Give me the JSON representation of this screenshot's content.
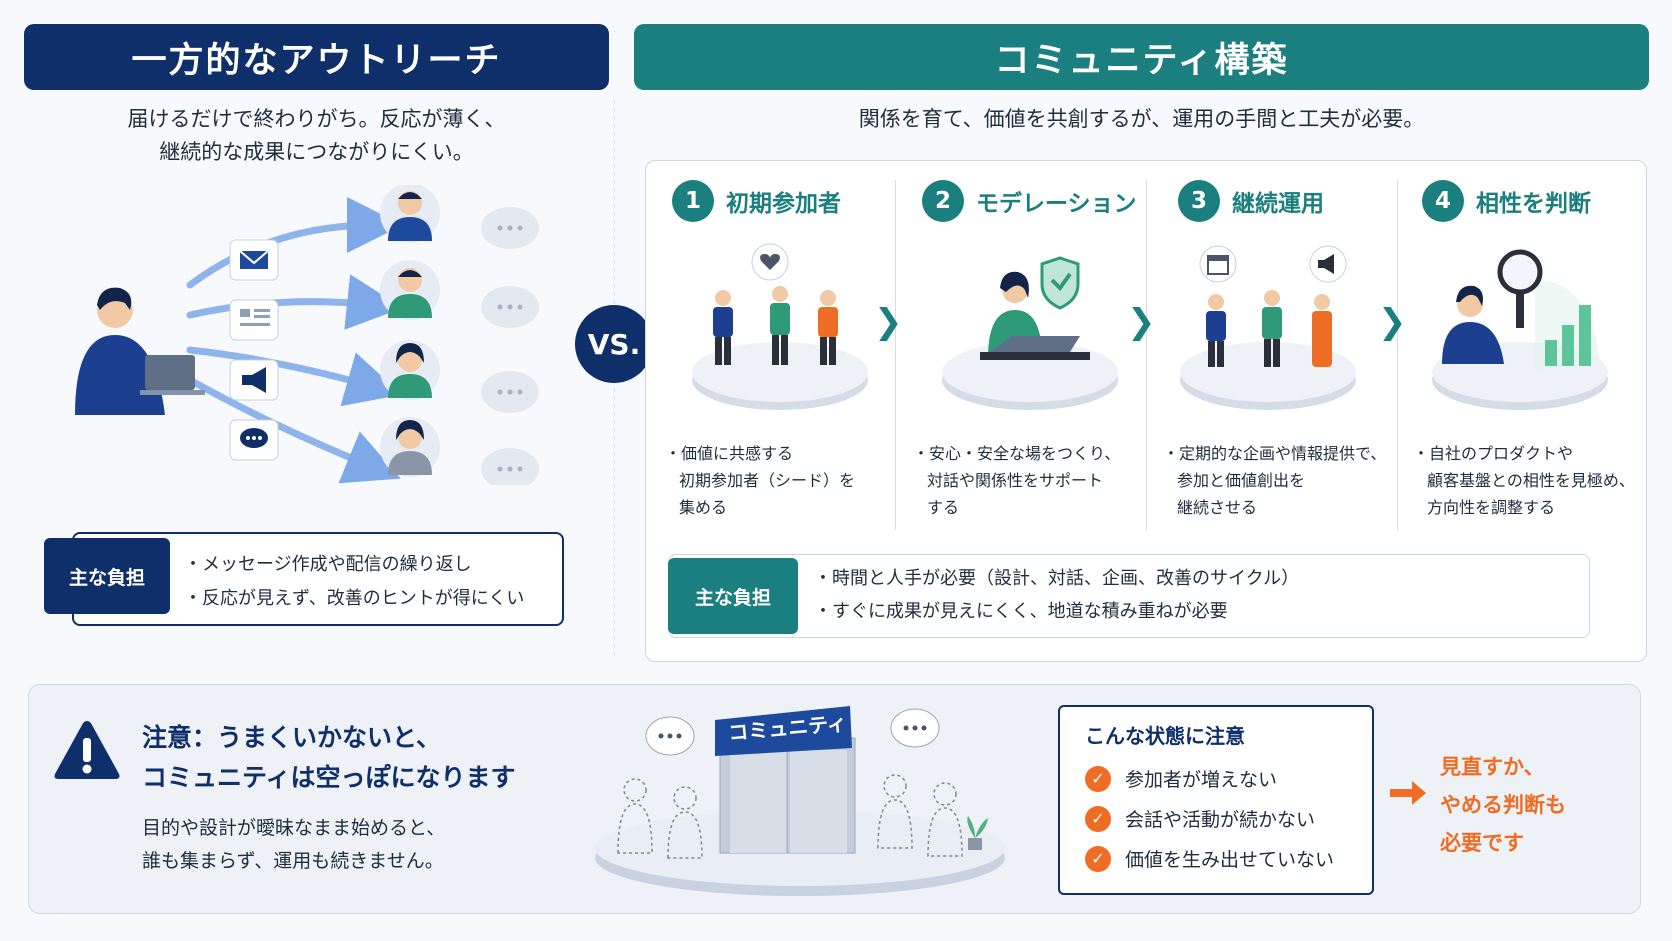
{
  "left": {
    "title": "一方的なアウトリーチ",
    "subtitle": [
      "届けるだけで終わりがち。反応が薄く、",
      "継続的な成果につながりにくい。"
    ],
    "burden_label": "主な負担",
    "burden_items": [
      "・メッセージ作成や配信の繰り返し",
      "・反応が見えず、改善のヒントが得にくい"
    ]
  },
  "vs_label": "VS.",
  "right": {
    "title": "コミュニティ構築",
    "subtitle": "関係を育て、価値を共創するが、運用の手間と工夫が必要。",
    "steps": [
      {
        "num": "1",
        "title": "初期参加者",
        "desc": [
          "・価値に共感する",
          "初期参加者（シード）を",
          "集める"
        ]
      },
      {
        "num": "2",
        "title": "モデレーション",
        "desc": [
          "・安心・安全な場をつくり、",
          "対話や関係性をサポート",
          "する"
        ]
      },
      {
        "num": "3",
        "title": "継続運用",
        "desc": [
          "・定期的な企画や情報提供で、",
          "参加と価値創出を",
          "継続させる"
        ]
      },
      {
        "num": "4",
        "title": "相性を判断",
        "desc": [
          "・自社のプロダクトや",
          "顧客基盤との相性を見極め、",
          "方向性を調整する"
        ]
      }
    ],
    "burden_label": "主な負担",
    "burden_items": [
      "・時間と人手が必要（設計、対話、企画、改善のサイクル）",
      "・すぐに成果が見えにくく、地道な積み重ねが必要"
    ]
  },
  "warning": {
    "title": [
      "注意：うまくいかないと、",
      "コミュニティは空っぽになります"
    ],
    "text": [
      "目的や設計が曖昧なまま始めると、",
      "誰も集まらず、運用も続きません。"
    ],
    "sign_label": "コミュニティ",
    "check_title": "こんな状態に注意",
    "checks": [
      "参加者が増えない",
      "会話や活動が続かない",
      "価値を生み出せていない"
    ],
    "conclusion": [
      "見直すか、",
      "やめる判断も",
      "必要です"
    ]
  },
  "colors": {
    "navy": "#0f2f6b",
    "teal": "#1a7f7e",
    "orange": "#ef6c24"
  }
}
